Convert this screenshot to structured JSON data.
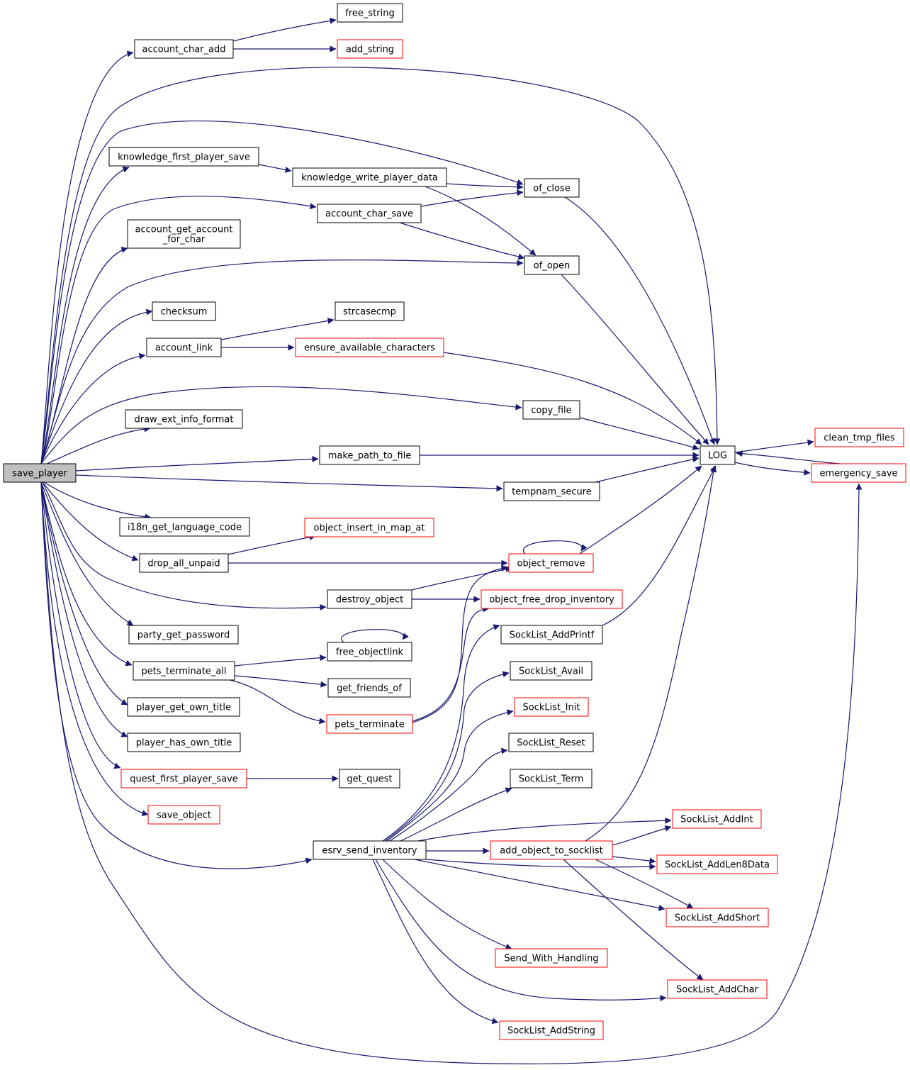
{
  "colors": {
    "edge": "#191970",
    "normal_border": "#000000",
    "truncated_border": "#ff0000",
    "root_fill": "#bfbfbf",
    "node_fill": "#ffffff"
  },
  "nodes": {
    "save_player": {
      "lines": [
        "save_player"
      ],
      "truncated": false,
      "root": true
    },
    "account_char_add": {
      "lines": [
        "account_char_add"
      ],
      "truncated": false
    },
    "free_string": {
      "lines": [
        "free_string"
      ],
      "truncated": false
    },
    "add_string": {
      "lines": [
        "add_string"
      ],
      "truncated": true
    },
    "knowledge_first_player_save": {
      "lines": [
        "knowledge_first_player_save"
      ],
      "truncated": false
    },
    "knowledge_write_player_data": {
      "lines": [
        "knowledge_write_player_data"
      ],
      "truncated": false
    },
    "of_close": {
      "lines": [
        "of_close"
      ],
      "truncated": false
    },
    "account_char_save": {
      "lines": [
        "account_char_save"
      ],
      "truncated": false
    },
    "account_get_account_for_char": {
      "lines": [
        "account_get_account",
        "_for_char"
      ],
      "truncated": false
    },
    "of_open": {
      "lines": [
        "of_open"
      ],
      "truncated": false
    },
    "checksum": {
      "lines": [
        "checksum"
      ],
      "truncated": false
    },
    "strcasecmp": {
      "lines": [
        "strcasecmp"
      ],
      "truncated": false
    },
    "account_link": {
      "lines": [
        "account_link"
      ],
      "truncated": false
    },
    "ensure_available_characters": {
      "lines": [
        "ensure_available_characters"
      ],
      "truncated": true
    },
    "copy_file": {
      "lines": [
        "copy_file"
      ],
      "truncated": false
    },
    "draw_ext_info_format": {
      "lines": [
        "draw_ext_info_format"
      ],
      "truncated": false
    },
    "clean_tmp_files": {
      "lines": [
        "clean_tmp_files"
      ],
      "truncated": true
    },
    "make_path_to_file": {
      "lines": [
        "make_path_to_file"
      ],
      "truncated": false
    },
    "LOG": {
      "lines": [
        "LOG"
      ],
      "truncated": false
    },
    "emergency_save": {
      "lines": [
        "emergency_save"
      ],
      "truncated": true
    },
    "tempnam_secure": {
      "lines": [
        "tempnam_secure"
      ],
      "truncated": false
    },
    "i18n_get_language_code": {
      "lines": [
        "i18n_get_language_code"
      ],
      "truncated": false
    },
    "object_insert_in_map_at": {
      "lines": [
        "object_insert_in_map_at"
      ],
      "truncated": true
    },
    "drop_all_unpaid": {
      "lines": [
        "drop_all_unpaid"
      ],
      "truncated": false
    },
    "object_remove": {
      "lines": [
        "object_remove"
      ],
      "truncated": true
    },
    "destroy_object": {
      "lines": [
        "destroy_object"
      ],
      "truncated": false
    },
    "object_free_drop_inventory": {
      "lines": [
        "object_free_drop_inventory"
      ],
      "truncated": true
    },
    "party_get_password": {
      "lines": [
        "party_get_password"
      ],
      "truncated": false
    },
    "SockList_AddPrintf": {
      "lines": [
        "SockList_AddPrintf"
      ],
      "truncated": false
    },
    "free_objectlink": {
      "lines": [
        "free_objectlink"
      ],
      "truncated": false
    },
    "pets_terminate_all": {
      "lines": [
        "pets_terminate_all"
      ],
      "truncated": false
    },
    "SockList_Avail": {
      "lines": [
        "SockList_Avail"
      ],
      "truncated": false
    },
    "get_friends_of": {
      "lines": [
        "get_friends_of"
      ],
      "truncated": false
    },
    "player_get_own_title": {
      "lines": [
        "player_get_own_title"
      ],
      "truncated": false
    },
    "SockList_Init": {
      "lines": [
        "SockList_Init"
      ],
      "truncated": true
    },
    "pets_terminate": {
      "lines": [
        "pets_terminate"
      ],
      "truncated": true
    },
    "player_has_own_title": {
      "lines": [
        "player_has_own_title"
      ],
      "truncated": false
    },
    "SockList_Reset": {
      "lines": [
        "SockList_Reset"
      ],
      "truncated": false
    },
    "quest_first_player_save": {
      "lines": [
        "quest_first_player_save"
      ],
      "truncated": true
    },
    "get_quest": {
      "lines": [
        "get_quest"
      ],
      "truncated": false
    },
    "SockList_Term": {
      "lines": [
        "SockList_Term"
      ],
      "truncated": false
    },
    "save_object": {
      "lines": [
        "save_object"
      ],
      "truncated": true
    },
    "SockList_AddInt": {
      "lines": [
        "SockList_AddInt"
      ],
      "truncated": true
    },
    "esrv_send_inventory": {
      "lines": [
        "esrv_send_inventory"
      ],
      "truncated": false
    },
    "add_object_to_socklist": {
      "lines": [
        "add_object_to_socklist"
      ],
      "truncated": true
    },
    "SockList_AddLen8Data": {
      "lines": [
        "SockList_AddLen8Data"
      ],
      "truncated": true
    },
    "SockList_AddShort": {
      "lines": [
        "SockList_AddShort"
      ],
      "truncated": true
    },
    "Send_With_Handling": {
      "lines": [
        "Send_With_Handling"
      ],
      "truncated": true
    },
    "SockList_AddChar": {
      "lines": [
        "SockList_AddChar"
      ],
      "truncated": true
    },
    "SockList_AddString": {
      "lines": [
        "SockList_AddString"
      ],
      "truncated": true
    }
  },
  "edges": [
    [
      "save_player",
      "account_char_add"
    ],
    [
      "save_player",
      "LOG"
    ],
    [
      "save_player",
      "of_close"
    ],
    [
      "save_player",
      "knowledge_first_player_save"
    ],
    [
      "save_player",
      "account_char_save"
    ],
    [
      "save_player",
      "account_get_account_for_char"
    ],
    [
      "save_player",
      "of_open"
    ],
    [
      "save_player",
      "checksum"
    ],
    [
      "save_player",
      "account_link"
    ],
    [
      "save_player",
      "copy_file"
    ],
    [
      "save_player",
      "draw_ext_info_format"
    ],
    [
      "save_player",
      "make_path_to_file"
    ],
    [
      "save_player",
      "tempnam_secure"
    ],
    [
      "save_player",
      "i18n_get_language_code"
    ],
    [
      "save_player",
      "drop_all_unpaid"
    ],
    [
      "save_player",
      "destroy_object"
    ],
    [
      "save_player",
      "party_get_password"
    ],
    [
      "save_player",
      "pets_terminate_all"
    ],
    [
      "save_player",
      "player_get_own_title"
    ],
    [
      "save_player",
      "player_has_own_title"
    ],
    [
      "save_player",
      "quest_first_player_save"
    ],
    [
      "save_player",
      "save_object"
    ],
    [
      "save_player",
      "esrv_send_inventory"
    ],
    [
      "save_player",
      "emergency_save"
    ],
    [
      "account_char_add",
      "free_string"
    ],
    [
      "account_char_add",
      "add_string"
    ],
    [
      "knowledge_first_player_save",
      "knowledge_write_player_data"
    ],
    [
      "knowledge_write_player_data",
      "of_close"
    ],
    [
      "knowledge_write_player_data",
      "of_open"
    ],
    [
      "account_char_save",
      "of_close"
    ],
    [
      "account_char_save",
      "of_open"
    ],
    [
      "of_close",
      "LOG"
    ],
    [
      "of_open",
      "LOG"
    ],
    [
      "account_link",
      "strcasecmp"
    ],
    [
      "account_link",
      "ensure_available_characters"
    ],
    [
      "ensure_available_characters",
      "LOG"
    ],
    [
      "copy_file",
      "LOG"
    ],
    [
      "make_path_to_file",
      "LOG"
    ],
    [
      "tempnam_secure",
      "LOG"
    ],
    [
      "LOG",
      "clean_tmp_files"
    ],
    [
      "LOG",
      "emergency_save"
    ],
    [
      "emergency_save",
      "LOG"
    ],
    [
      "drop_all_unpaid",
      "object_insert_in_map_at"
    ],
    [
      "drop_all_unpaid",
      "object_remove"
    ],
    [
      "object_remove",
      "object_remove"
    ],
    [
      "object_remove",
      "LOG"
    ],
    [
      "destroy_object",
      "object_remove"
    ],
    [
      "destroy_object",
      "object_free_drop_inventory"
    ],
    [
      "SockList_AddPrintf",
      "LOG"
    ],
    [
      "pets_terminate_all",
      "free_objectlink"
    ],
    [
      "pets_terminate_all",
      "get_friends_of"
    ],
    [
      "pets_terminate_all",
      "pets_terminate"
    ],
    [
      "free_objectlink",
      "free_objectlink"
    ],
    [
      "pets_terminate",
      "object_remove"
    ],
    [
      "pets_terminate",
      "object_free_drop_inventory"
    ],
    [
      "quest_first_player_save",
      "get_quest"
    ],
    [
      "esrv_send_inventory",
      "SockList_AddPrintf"
    ],
    [
      "esrv_send_inventory",
      "SockList_Avail"
    ],
    [
      "esrv_send_inventory",
      "SockList_Init"
    ],
    [
      "esrv_send_inventory",
      "SockList_Reset"
    ],
    [
      "esrv_send_inventory",
      "SockList_Term"
    ],
    [
      "esrv_send_inventory",
      "SockList_AddInt"
    ],
    [
      "esrv_send_inventory",
      "add_object_to_socklist"
    ],
    [
      "esrv_send_inventory",
      "SockList_AddLen8Data"
    ],
    [
      "esrv_send_inventory",
      "SockList_AddShort"
    ],
    [
      "esrv_send_inventory",
      "Send_With_Handling"
    ],
    [
      "esrv_send_inventory",
      "SockList_AddChar"
    ],
    [
      "esrv_send_inventory",
      "SockList_AddString"
    ],
    [
      "add_object_to_socklist",
      "LOG"
    ],
    [
      "add_object_to_socklist",
      "SockList_AddInt"
    ],
    [
      "add_object_to_socklist",
      "SockList_AddLen8Data"
    ],
    [
      "add_object_to_socklist",
      "SockList_AddShort"
    ],
    [
      "add_object_to_socklist",
      "SockList_AddChar"
    ]
  ]
}
